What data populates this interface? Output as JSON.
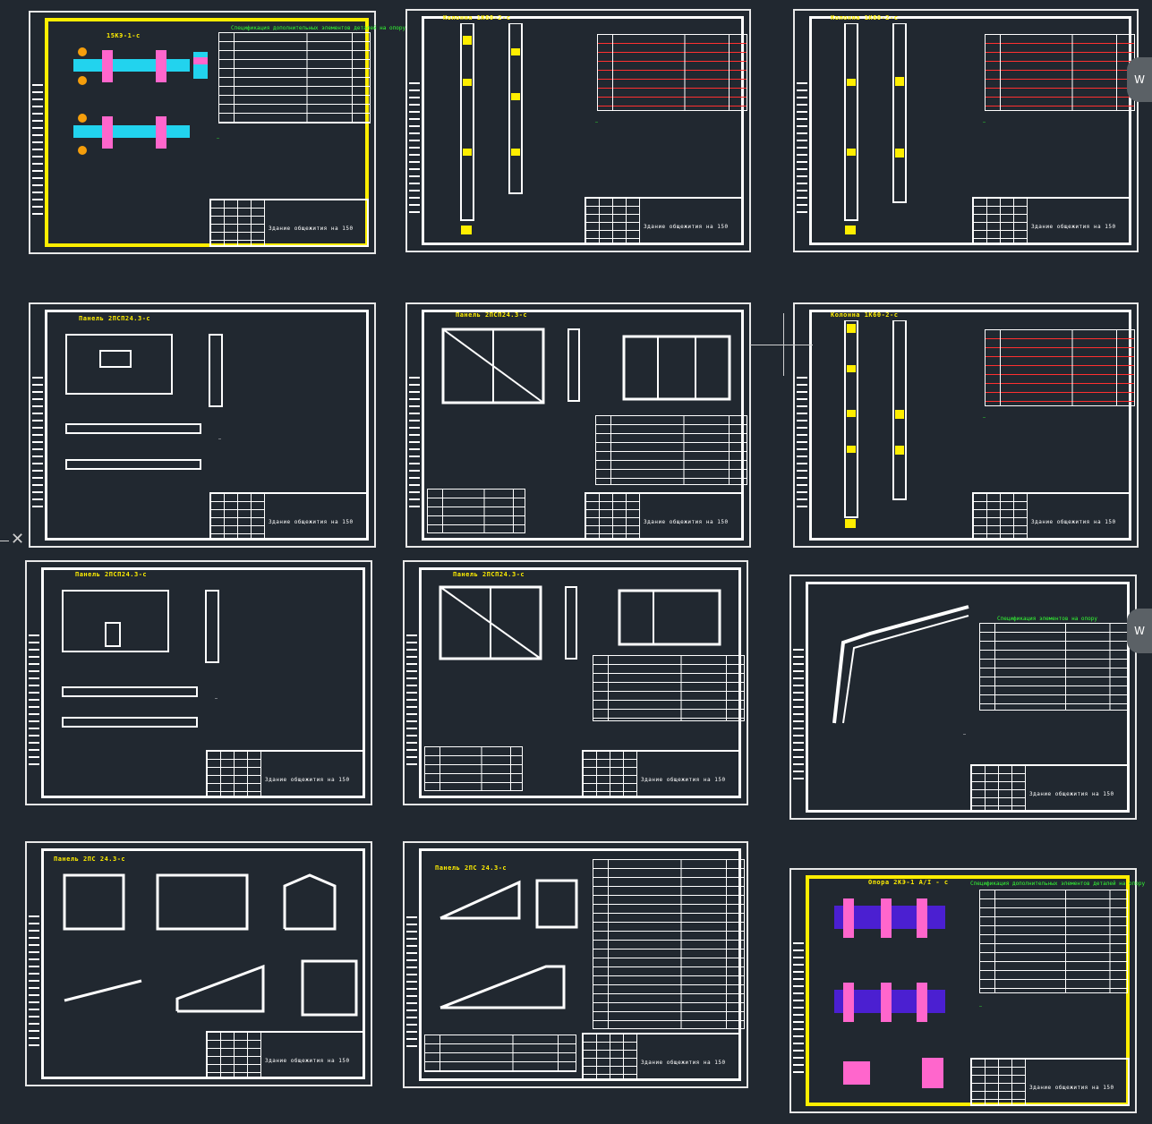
{
  "canvas": {
    "background": "#212830",
    "line_color": "#ffffff",
    "highlight_color": "#ffee00",
    "note_color": "#33ff33",
    "spec_color": "#ff3030"
  },
  "sheets": [
    {
      "id": "s1",
      "heading": "15КЭ-1-с",
      "title_text": "Здание общежития на 150",
      "highlight": true,
      "spec_title": "Спецификация дополнительных элементов деталей на опору",
      "spec": "white"
    },
    {
      "id": "s2",
      "heading": "Колонна 1К60-2-с",
      "title_text": "Здание общежития на 150",
      "highlight": false,
      "spec": "red"
    },
    {
      "id": "s3",
      "heading": "Колонна 1К60-2-с",
      "title_text": "Здание общежития на 150",
      "highlight": false,
      "spec": "red"
    },
    {
      "id": "s4",
      "heading": "Панель 2ПСП24.3-с",
      "title_text": "Здание общежития на 150",
      "highlight": false,
      "spec": "none"
    },
    {
      "id": "s5",
      "heading": "Панель 2ПСП24.3-с",
      "title_text": "Здание общежития на 150",
      "highlight": false,
      "spec": "white"
    },
    {
      "id": "s6",
      "heading": "Колонна 1К60-2-с",
      "title_text": "Здание общежития на 150",
      "highlight": false,
      "spec": "red"
    },
    {
      "id": "s7",
      "heading": "Панель 2ПСП24.3-с",
      "title_text": "Здание общежития на 150",
      "highlight": false,
      "spec": "none"
    },
    {
      "id": "s8",
      "heading": "Панель 2ПСП24.3-с",
      "title_text": "Здание общежития на 150",
      "highlight": false,
      "spec": "white"
    },
    {
      "id": "s9",
      "heading": "",
      "title_text": "Здание общежития на 150",
      "highlight": false,
      "spec_title": "Спецификация элементов на опору",
      "spec": "white"
    },
    {
      "id": "s10",
      "heading": "Панель 2ПС 24.3-с",
      "title_text": "Здание общежития на 150",
      "highlight": false,
      "spec": "none"
    },
    {
      "id": "s11",
      "heading": "Панель 2ПС 24.3-с",
      "title_text": "Здание общежития на 150",
      "highlight": false,
      "spec": "white"
    },
    {
      "id": "s12",
      "heading": "Опора 2КЭ-1 А/I - с",
      "title_text": "Здание общежития на 150",
      "highlight": true,
      "spec_title": "Спецификация дополнительных элементов деталей на опору",
      "spec": "white"
    }
  ],
  "cursor": {
    "type": "crosshair"
  },
  "ucs_icon": {
    "glyph": "✕"
  },
  "edge_badges": [
    {
      "label": "W"
    },
    {
      "label": "W"
    }
  ]
}
